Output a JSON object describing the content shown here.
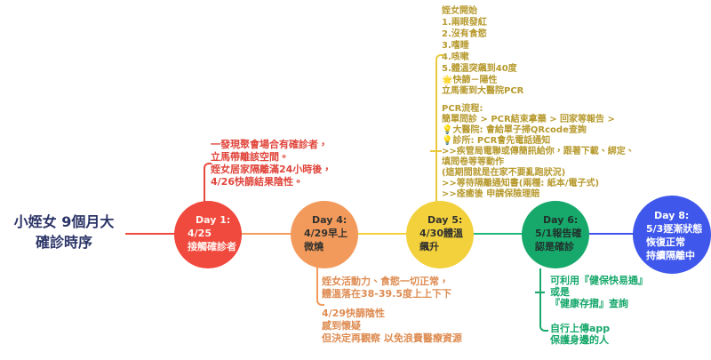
{
  "title": {
    "line1": "小姪女 9個月大",
    "line2": "確診時序"
  },
  "colors": {
    "red": "#F0493E",
    "orange": "#F29A5C",
    "yellow": "#F2D13D",
    "green": "#17A96B",
    "blue": "#3F57EB",
    "title_navy": "#2B3467",
    "red_note_text": "#E0453B",
    "orange_note_text": "#DE8C52",
    "gold_note_text": "#B79A2E",
    "green_note_text": "#15A76A"
  },
  "nodes": [
    {
      "id": "day1",
      "lines": [
        "Day 1:",
        "4/25",
        "接觸確診者"
      ]
    },
    {
      "id": "day4",
      "lines": [
        "Day 4:",
        "4/29早上",
        "微燒"
      ]
    },
    {
      "id": "day5",
      "lines": [
        "Day 5:",
        "4/30體溫",
        "飆升"
      ]
    },
    {
      "id": "day6",
      "lines": [
        "Day 6:",
        "5/1報告確",
        "認是確診"
      ]
    },
    {
      "id": "day8",
      "lines": [
        "Day 8:",
        "5/3逐漸狀態",
        "恢復正常",
        "持續隔離中"
      ]
    }
  ],
  "annotations": {
    "day1": [
      "一發現聚會場合有確診者，",
      "立馬帶離該空間。",
      "姪女居家隔離滿24小時後，",
      "4/26快篩結果陰性。"
    ],
    "day4_top": [
      "姪女活動力、食慾一切正常，",
      "體溫落在38-39.5度上上下下"
    ],
    "day4_bottom": [
      "4/29快篩陰性",
      "感到懷疑",
      "但決定再觀察 以免浪費醫療資源"
    ],
    "day5_symptoms": [
      "姪女開始",
      "1.兩眼發紅",
      "2.沒有食慾",
      "3.嗜睡",
      "4.咳嗽",
      "5.體溫突飆到40度",
      "🌟快篩－陽性"
    ],
    "day5_pcr_rush": "立馬衝到大醫院PCR",
    "day5_process": [
      "PCR流程:",
      "簡單問診 > PCR結束拿藥 > 回家等報告 >",
      "💡大醫院: 會給單子掃QRcode查詢",
      "💡診所: PCR會先電話通知",
      ">>疾管局電聯或傳簡訊給你，跟著下載、綁定、",
      "填問卷等等動作",
      "(這期間就是在家不要亂跑狀況)",
      ">>等待隔離通知書(兩種: 紙本/電子式)",
      ">>痊癒後 申請保險理賠"
    ],
    "day6_query": [
      "可利用『健保快易通』",
      "或是",
      "『健康存摺』查詢"
    ],
    "day6_upload": [
      "自行上傳app",
      "保護身邊的人"
    ]
  }
}
